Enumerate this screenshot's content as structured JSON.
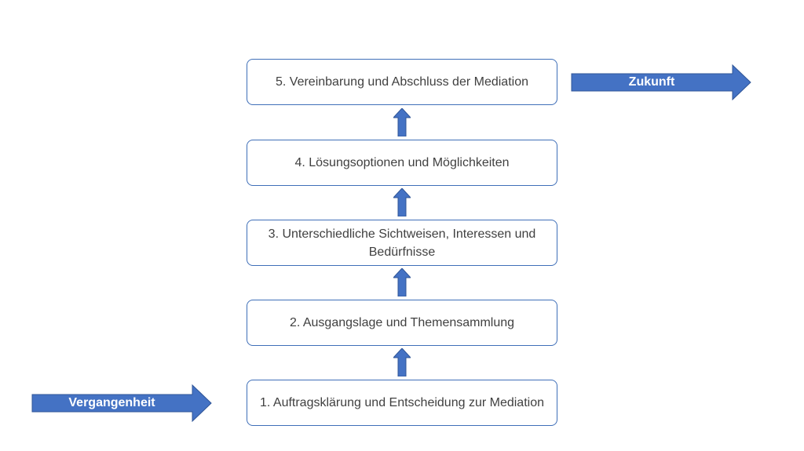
{
  "diagram": {
    "steps": [
      {
        "label": "5. Vereinbarung und Abschluss der Mediation"
      },
      {
        "label": "4. Lösungsoptionen und Möglichkeiten"
      },
      {
        "label": "3. Unterschiedliche Sichtweisen, Interessen und Bedürfnisse"
      },
      {
        "label": "2. Ausgangslage und Themensammlung"
      },
      {
        "label": "1. Auftragsklärung und Entscheidung zur Mediation"
      }
    ],
    "future_label": "Zukunft",
    "past_label": "Vergangenheit"
  },
  "colors": {
    "arrow_fill": "#4472c4",
    "arrow_stroke": "#2f5597",
    "box_border": "#3f6fb8",
    "text": "#404040"
  }
}
